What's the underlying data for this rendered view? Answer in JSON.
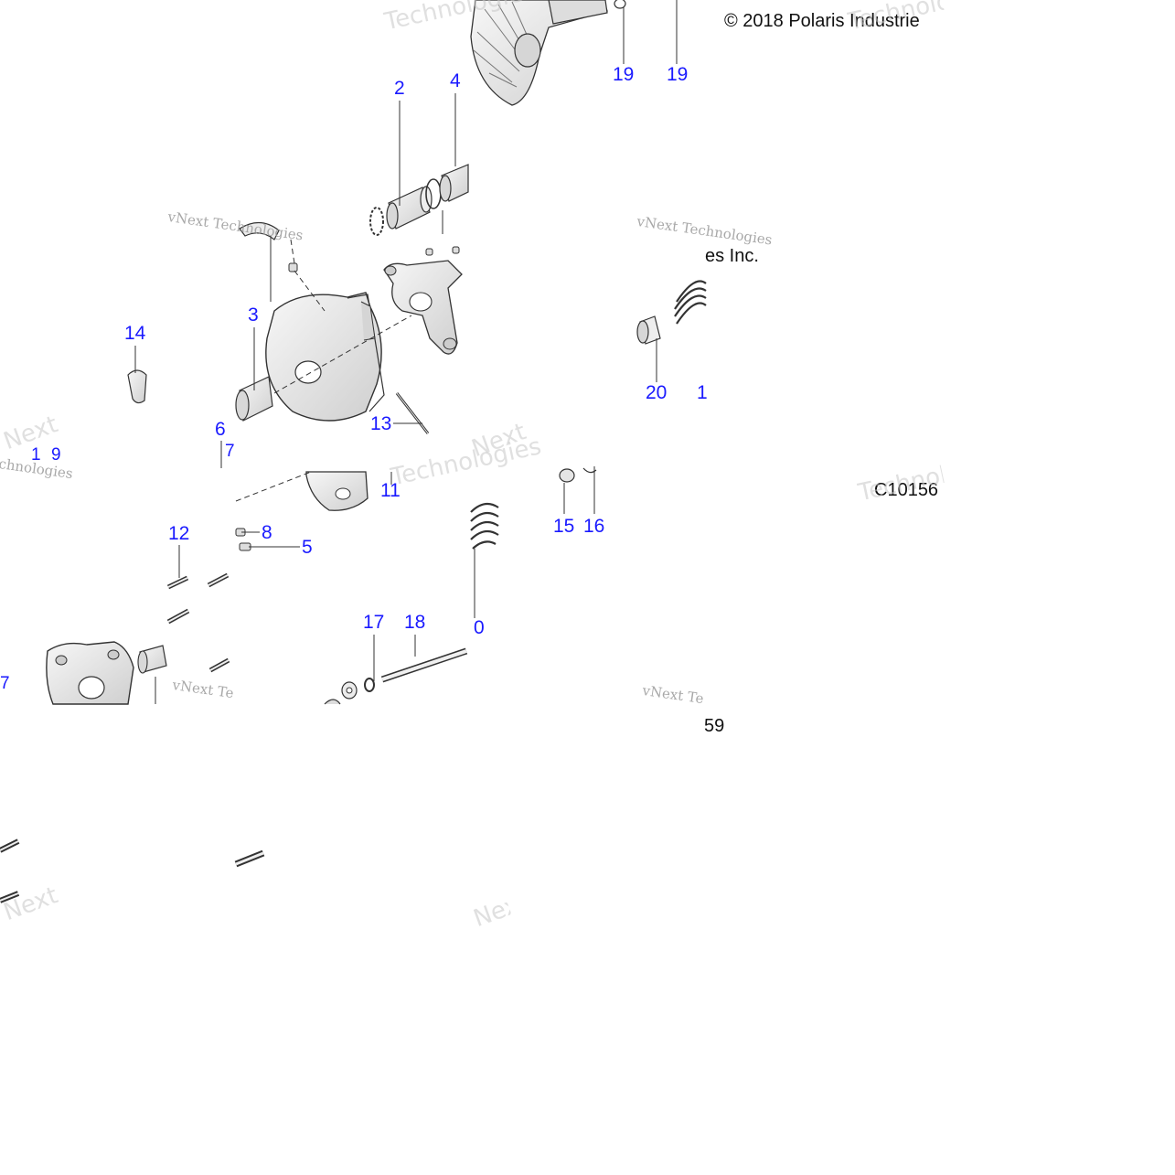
{
  "copyright": "© 2018 Polaris Industrie",
  "fragment_inc": "es Inc.",
  "fragment_59": "59",
  "drawing_code": "C10156",
  "watermark": {
    "line1": "vNext Technologies",
    "line2": "Technologies",
    "short": "Next",
    "frag1": "chnologies",
    "frag2": "vNext Te"
  },
  "callouts": [
    {
      "id": "c19a",
      "label": "19"
    },
    {
      "id": "c19b",
      "label": "19"
    },
    {
      "id": "c2",
      "label": "2"
    },
    {
      "id": "c4",
      "label": "4"
    },
    {
      "id": "c3",
      "label": "3"
    },
    {
      "id": "c14",
      "label": "14"
    },
    {
      "id": "c13",
      "label": "13"
    },
    {
      "id": "c6",
      "label": "6"
    },
    {
      "id": "c7",
      "label": "7"
    },
    {
      "id": "c1",
      "label": "1"
    },
    {
      "id": "c9",
      "label": "9"
    },
    {
      "id": "c20",
      "label": "20"
    },
    {
      "id": "c1b",
      "label": "1"
    },
    {
      "id": "c11",
      "label": "11"
    },
    {
      "id": "c15",
      "label": "15"
    },
    {
      "id": "c16",
      "label": "16"
    },
    {
      "id": "c12",
      "label": "12"
    },
    {
      "id": "c8",
      "label": "8"
    },
    {
      "id": "c5",
      "label": "5"
    },
    {
      "id": "c17",
      "label": "17"
    },
    {
      "id": "c18",
      "label": "18"
    },
    {
      "id": "c10",
      "label": "0"
    },
    {
      "id": "c7b",
      "label": "7"
    }
  ],
  "colors": {
    "callout": "#1a1aff",
    "line": "#222222",
    "part_fill": "#e9e9e9",
    "part_stroke": "#333333"
  }
}
